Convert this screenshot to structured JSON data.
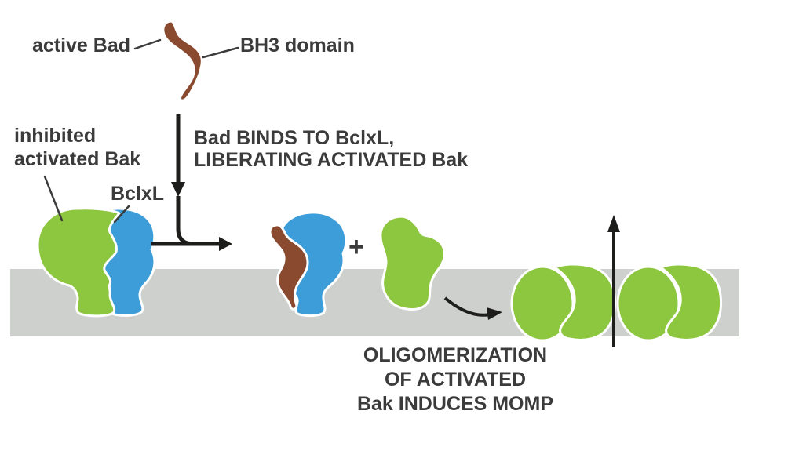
{
  "figure": {
    "labels": {
      "active_bad": "active Bad",
      "bh3_domain": "BH3 domain",
      "inhibited_line1": "inhibited",
      "inhibited_line2": "activated Bak",
      "bclxl": "BclxL",
      "plus": "+"
    },
    "reaction": {
      "line1": "Bad BINDS TO BclxL,",
      "line2": "LIBERATING ACTIVATED Bak"
    },
    "momp": {
      "line1": "OLIGOMERIZATION",
      "line2": "OF ACTIVATED",
      "line3": "Bak INDUCES MOMP"
    }
  },
  "colors": {
    "bak_green": "#8dc63f",
    "bclxl_blue": "#3d9dd8",
    "bad_brown": "#8a4a30",
    "membrane_gray": "#cdd0cc",
    "text_dark": "#3b3b3b",
    "arrow_black": "#1d1d1b",
    "outline_white": "#ffffff"
  }
}
